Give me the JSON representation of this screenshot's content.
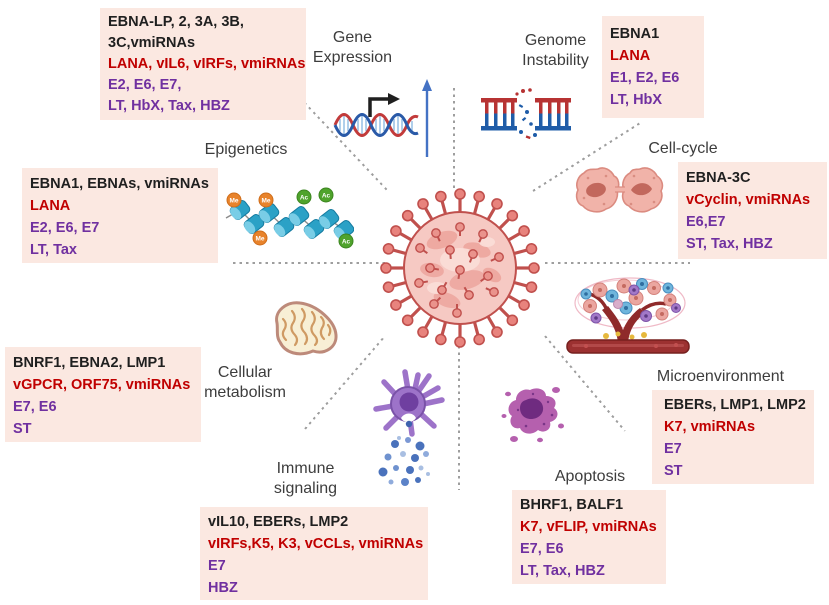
{
  "figure": {
    "center_icon": "virus-icon",
    "colors": {
      "black": "#1f1f1f",
      "red": "#c00000",
      "purple": "#7030a0",
      "box_bg": "#fbe8e1"
    }
  },
  "colors": {
    "black": "#1f1f1f",
    "red": "#c00000",
    "purple": "#7030a0"
  },
  "epigenetics_marks": {
    "methyl": "Me",
    "acetyl": "Ac"
  },
  "sectors": [
    {
      "name": "gene-expression",
      "label": "Gene\nExpression",
      "icon": "dna-transcription-icon",
      "lines": [
        {
          "color": "black",
          "text": "EBNA-LP, 2, 3A, 3B,"
        },
        {
          "color": "black",
          "text": "3C,vmiRNAs"
        },
        {
          "color": "red",
          "text": "LANA, vIL6, vIRFs, vmiRNAs"
        },
        {
          "color": "purple",
          "text": "E2, E6, E7,"
        },
        {
          "color": "purple",
          "text": "LT, HbX, Tax, HBZ"
        }
      ]
    },
    {
      "name": "genome-instability",
      "label": "Genome\nInstability",
      "icon": "dna-break-icon",
      "lines": [
        {
          "color": "black",
          "text": "EBNA1"
        },
        {
          "color": "red",
          "text": "LANA"
        },
        {
          "color": "purple",
          "text": "E1, E2, E6"
        },
        {
          "color": "purple",
          "text": "LT, HbX"
        }
      ]
    },
    {
      "name": "cell-cycle",
      "label": "Cell-cycle",
      "icon": "dividing-cell-icon",
      "lines": [
        {
          "color": "black",
          "text": "EBNA-3C"
        },
        {
          "color": "red",
          "text": "vCyclin, vmiRNAs"
        },
        {
          "color": "purple",
          "text": "E6,E7"
        },
        {
          "color": "purple",
          "text": "ST, Tax, HBZ"
        }
      ]
    },
    {
      "name": "microenvironment",
      "label": "Microenvironment",
      "icon": "tumor-vessel-icon",
      "lines": [
        {
          "color": "black",
          "text": "EBERs, LMP1, LMP2"
        },
        {
          "color": "red",
          "text": "K7, vmiRNAs"
        },
        {
          "color": "purple",
          "text": "E7"
        },
        {
          "color": "purple",
          "text": "ST"
        }
      ]
    },
    {
      "name": "apoptosis",
      "label": "Apoptosis",
      "icon": "apoptotic-cell-icon",
      "lines": [
        {
          "color": "black",
          "text": "BHRF1, BALF1"
        },
        {
          "color": "red",
          "text": "K7, vFLIP, vmiRNAs"
        },
        {
          "color": "purple",
          "text": "E7, E6"
        },
        {
          "color": "purple",
          "text": "LT, Tax, HBZ"
        }
      ]
    },
    {
      "name": "immune-signaling",
      "label": "Immune\nsignaling",
      "icon": "immune-cell-icon",
      "lines": [
        {
          "color": "black",
          "text": "vIL10, EBERs, LMP2"
        },
        {
          "color": "red",
          "text": "vIRFs,K5, K3, vCCLs, vmiRNAs"
        },
        {
          "color": "purple",
          "text": "E7"
        },
        {
          "color": "purple",
          "text": "HBZ"
        }
      ]
    },
    {
      "name": "cellular-metabolism",
      "label": "Cellular\nmetabolism",
      "icon": "mitochondria-icon",
      "lines": [
        {
          "color": "black",
          "text": "BNRF1, EBNA2, LMP1"
        },
        {
          "color": "red",
          "text": "vGPCR, ORF75, vmiRNAs"
        },
        {
          "color": "purple",
          "text": "E7, E6"
        },
        {
          "color": "purple",
          "text": "ST"
        }
      ]
    },
    {
      "name": "epigenetics",
      "label": "Epigenetics",
      "icon": "nucleosome-chain-icon",
      "lines": [
        {
          "color": "black",
          "text": "EBNA1, EBNAs, vmiRNAs"
        },
        {
          "color": "red",
          "text": "LANA"
        },
        {
          "color": "purple",
          "text": "E2, E6, E7"
        },
        {
          "color": "purple",
          "text": "LT, Tax"
        }
      ]
    }
  ]
}
